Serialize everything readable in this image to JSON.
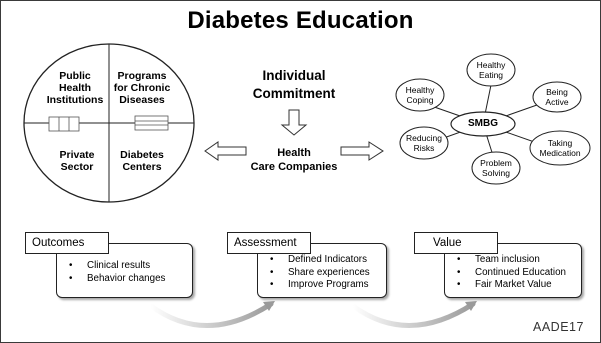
{
  "title": "Diabetes Education",
  "quadrants": {
    "top_left": [
      "Public",
      "Health",
      "Institutions"
    ],
    "top_right": [
      "Programs",
      "for Chronic",
      "Diseases"
    ],
    "bottom_left": [
      "Private",
      "Sector"
    ],
    "bottom_right": [
      "Diabetes",
      "Centers"
    ]
  },
  "center": {
    "commitment": [
      "Individual",
      "Commitment"
    ],
    "companies": [
      "Health",
      "Care Companies"
    ]
  },
  "smbg": {
    "hub": "SMBG",
    "nodes": [
      [
        "Healthy",
        "Eating"
      ],
      [
        "Being",
        "Active"
      ],
      [
        "Taking",
        "Medication"
      ],
      [
        "Problem",
        "Solving"
      ],
      [
        "Reducing",
        "Risks"
      ],
      [
        "Healthy",
        "Coping"
      ]
    ]
  },
  "steps": [
    {
      "label": "Outcomes",
      "items": [
        "Clinical results",
        "Behavior changes"
      ]
    },
    {
      "label": "Assessment",
      "items": [
        "Defined Indicators",
        "Share experiences",
        "Improve Programs"
      ]
    },
    {
      "label": "Value",
      "items": [
        "Team inclusion",
        "Continued Education",
        "Fair Market Value"
      ]
    }
  ],
  "logo": "AADE17"
}
